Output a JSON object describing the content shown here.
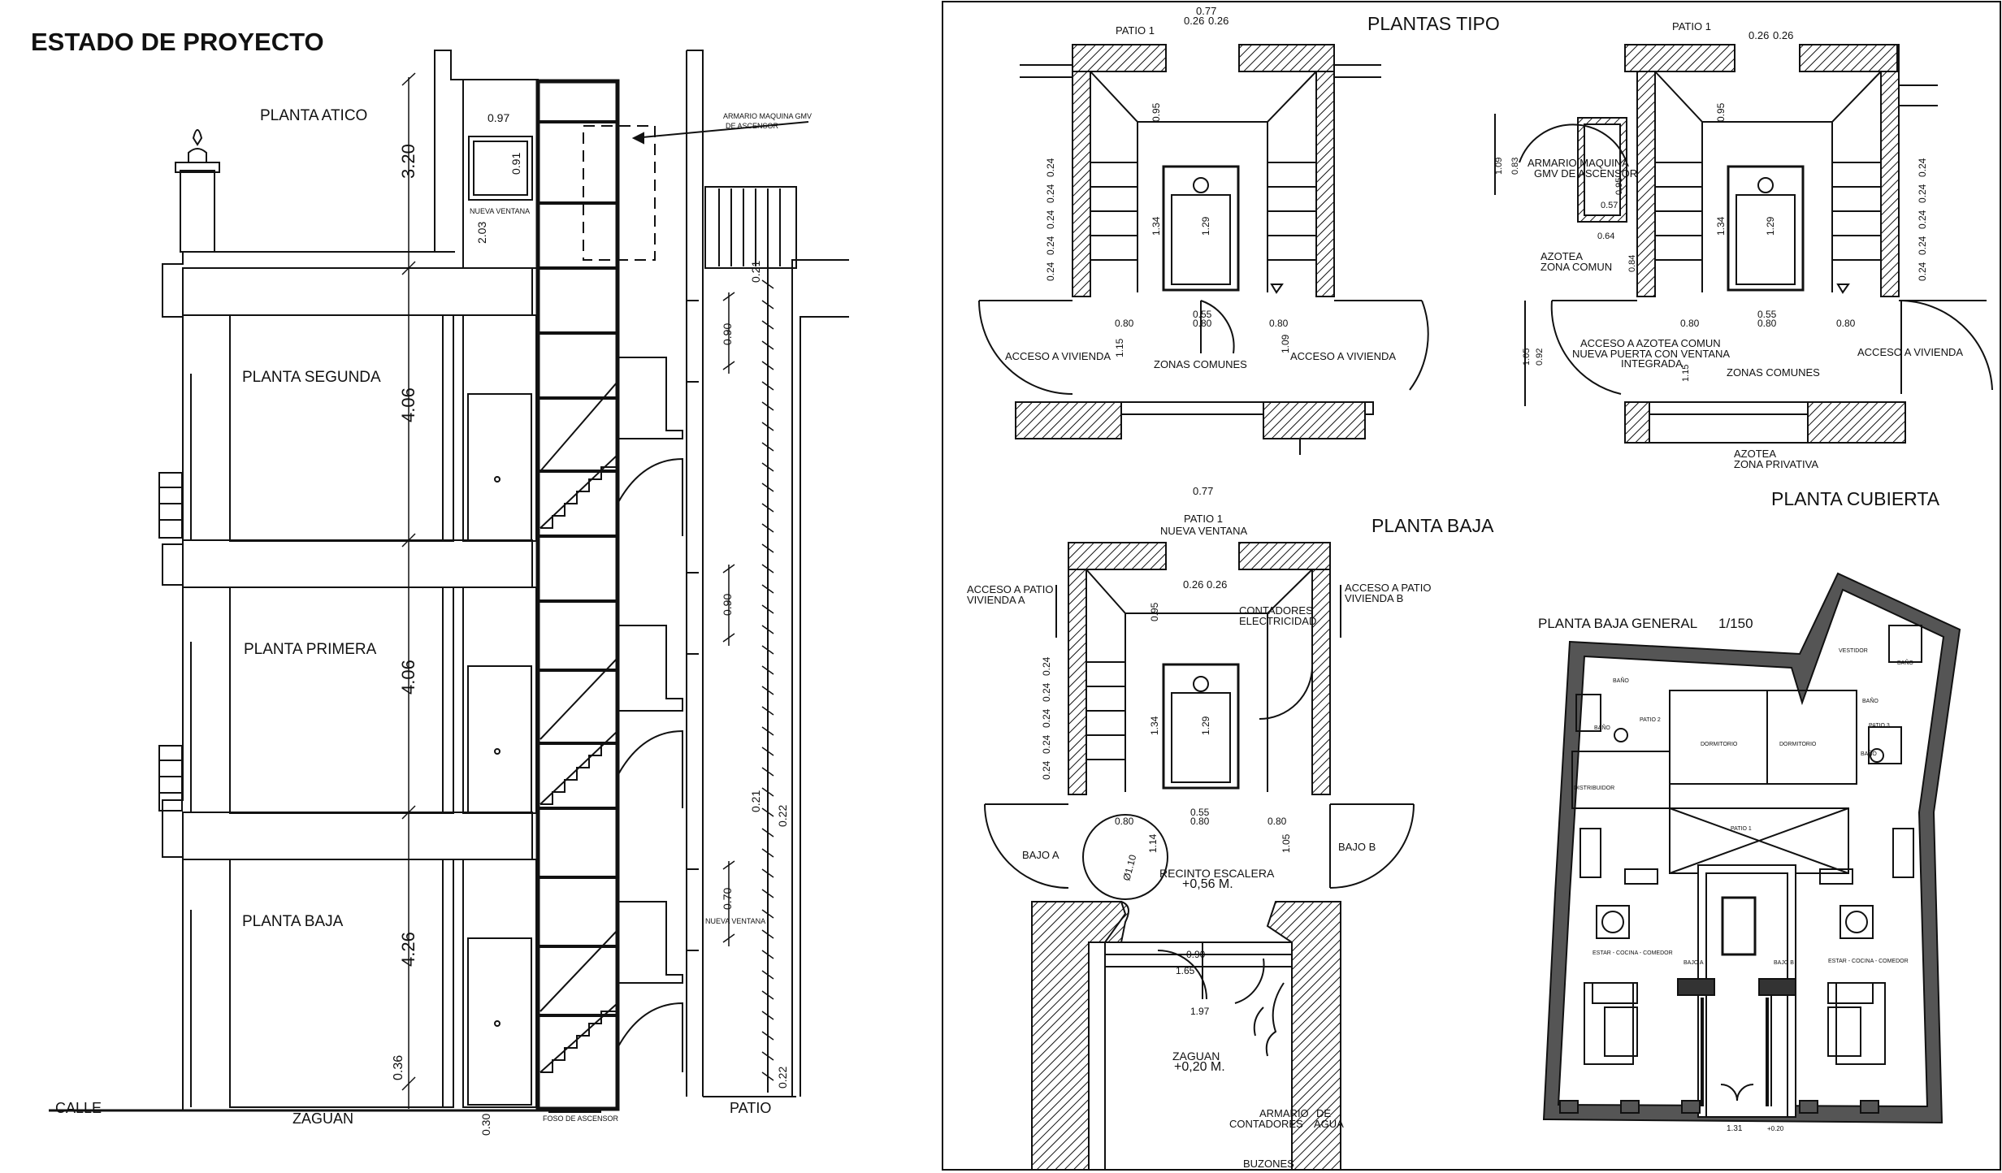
{
  "title": "ESTADO DE PROYECTO",
  "section": {
    "floors": [
      "PLANTA ATICO",
      "PLANTA SEGUNDA",
      "PLANTA PRIMERA",
      "PLANTA BAJA"
    ],
    "heights": [
      "3.20",
      "4.06",
      "4.06",
      "4.26",
      "0.36"
    ],
    "attic_dims": [
      "0.97",
      "0.91",
      "2.03"
    ],
    "attic_window": "NUEVA VENTANA",
    "machine_note_1": "ARMARIO MAQUINA GMV",
    "machine_note_2": "DE ASCENSOR",
    "patio_dims": [
      "0.21",
      "0.90",
      "0.90",
      "0.21",
      "0.22",
      "0.70",
      "0.22"
    ],
    "patio_window": "NUEVA VENTANA",
    "street": "CALLE",
    "hall": "ZAGUAN",
    "patio": "PATIO",
    "pit": "FOSO DE ASCENSOR",
    "pit_dim": "0.30"
  },
  "tipo": {
    "title": "PLANTAS TIPO",
    "patio": "PATIO 1",
    "top_dims": [
      "0.77",
      "0.26",
      "0.26"
    ],
    "left_dims": [
      "0.24",
      "0.24",
      "0.24",
      "0.24",
      "0.24"
    ],
    "mid_dims": [
      "0.95",
      "1.34",
      "1.29"
    ],
    "bottom_dims": [
      "0.80",
      "0.55",
      "0.80",
      "0.80"
    ],
    "vert_dims": [
      "1.15",
      "1.09"
    ],
    "acceso_left": "ACCESO A VIVIENDA",
    "acceso_right": "ACCESO A VIVIENDA",
    "zonas": "ZONAS COMUNES"
  },
  "cubierta": {
    "title": "PLANTA CUBIERTA",
    "patio": "PATIO 1",
    "top_dims": [
      "0.26",
      "0.26"
    ],
    "armario_1": "ARMARIO MAQUINA",
    "armario_2": "GMV DE ASCENSOR",
    "armario_dims": [
      "1.09",
      "0.83",
      "0.95",
      "0.57",
      "0.64",
      "0.84"
    ],
    "azotea_comun_1": "AZOTEA",
    "azotea_comun_2": "ZONA COMUN",
    "acceso_azotea_1": "ACCESO A AZOTEA COMUN",
    "acceso_azotea_2": "NUEVA PUERTA CON VENTANA",
    "acceso_azotea_3": "INTEGRADA",
    "acceso_vivienda": "ACCESO A VIVIENDA",
    "zonas": "ZONAS COMUNES",
    "azotea_priv_1": "AZOTEA",
    "azotea_priv_2": "ZONA PRIVATIVA",
    "mid_dims": [
      "0.95",
      "1.34",
      "1.29"
    ],
    "right_dims": [
      "0.24",
      "0.24",
      "0.24",
      "0.24",
      "0.24"
    ],
    "bottom_dims": [
      "0.80",
      "0.55",
      "0.80",
      "0.80"
    ],
    "vert_dims": [
      "1.05",
      "0.92",
      "1.15"
    ]
  },
  "baja": {
    "title": "PLANTA BAJA",
    "patio_1": "PATIO 1",
    "patio_2": "NUEVA VENTANA",
    "top_dims": [
      "0.77",
      "0.26",
      "0.26"
    ],
    "acceso_a_1": "ACCESO A PATIO",
    "acceso_a_2": "VIVIENDA A",
    "acceso_b_1": "ACCESO A PATIO",
    "acceso_b_2": "VIVIENDA B",
    "contadores_1": "CONTADORES",
    "contadores_2": "ELECTRICIDAD",
    "bajo_a": "BAJO A",
    "bajo_b": "BAJO B",
    "recinto": "RECINTO ESCALERA",
    "recinto_level": "+0,56 M.",
    "diameter": "Ø1.10",
    "dims": [
      "0.95",
      "1.34",
      "1.29",
      "0.80",
      "0.55",
      "0.80",
      "0.80",
      "1.14",
      "1.05",
      "0.90",
      "1.65",
      "1.97"
    ],
    "left_dims": [
      "0.24",
      "0.24",
      "0.24",
      "0.24",
      "0.24"
    ],
    "zaguan": "ZAGUAN",
    "zaguan_level": "+0,20 M.",
    "armario_1": "ARMARIO",
    "armario_2": "DE",
    "armario_3": "CONTADORES",
    "armario_4": "AGUA",
    "buzones": "BUZONES"
  },
  "general": {
    "title": "PLANTA BAJA GENERAL",
    "scale": "1/150",
    "rooms": [
      "BAÑO",
      "BAÑO",
      "PATIO 2",
      "DORMITORIO",
      "DORMITORIO",
      "VESTIDOR",
      "BAÑO",
      "BAÑO",
      "PATIO 3",
      "BAÑO",
      "DISTRIBUIDOR",
      "PATIO 1",
      "ESTAR - COCINA - COMEDOR",
      "ESTAR - COCINA - COMEDOR",
      "BAJO A",
      "BAJO B"
    ],
    "dim": "1.31",
    "level": "+0.20"
  }
}
